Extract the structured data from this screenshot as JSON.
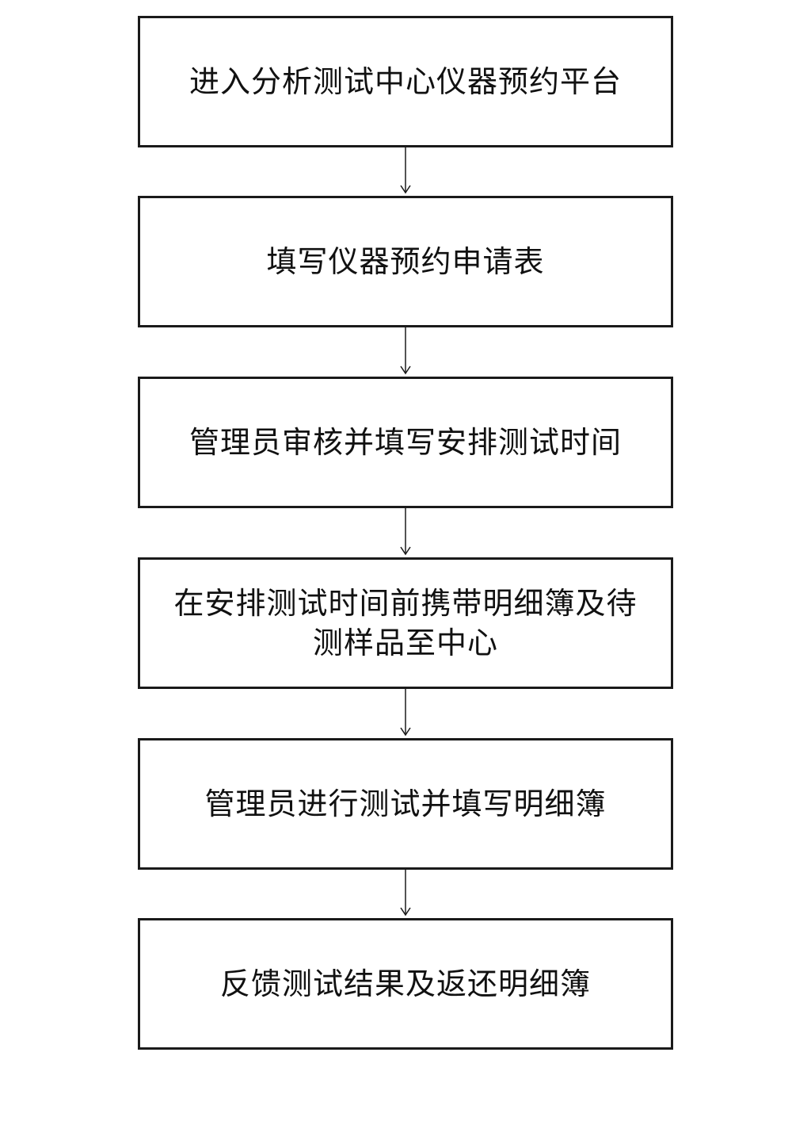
{
  "diagram": {
    "steps": [
      {
        "label": "进入分析测试中心仪器预约平台"
      },
      {
        "label": "填写仪器预约申请表"
      },
      {
        "label": "管理员审核并填写安排测试时间"
      },
      {
        "label": "在安排测试时间前携带明细簿及待测样品至中心"
      },
      {
        "label": "管理员进行测试并填写明细簿"
      },
      {
        "label": "反馈测试结果及返还明细簿"
      }
    ]
  },
  "colors": {
    "stroke": "#1a1a1a",
    "text": "#111111",
    "background": "#ffffff"
  }
}
